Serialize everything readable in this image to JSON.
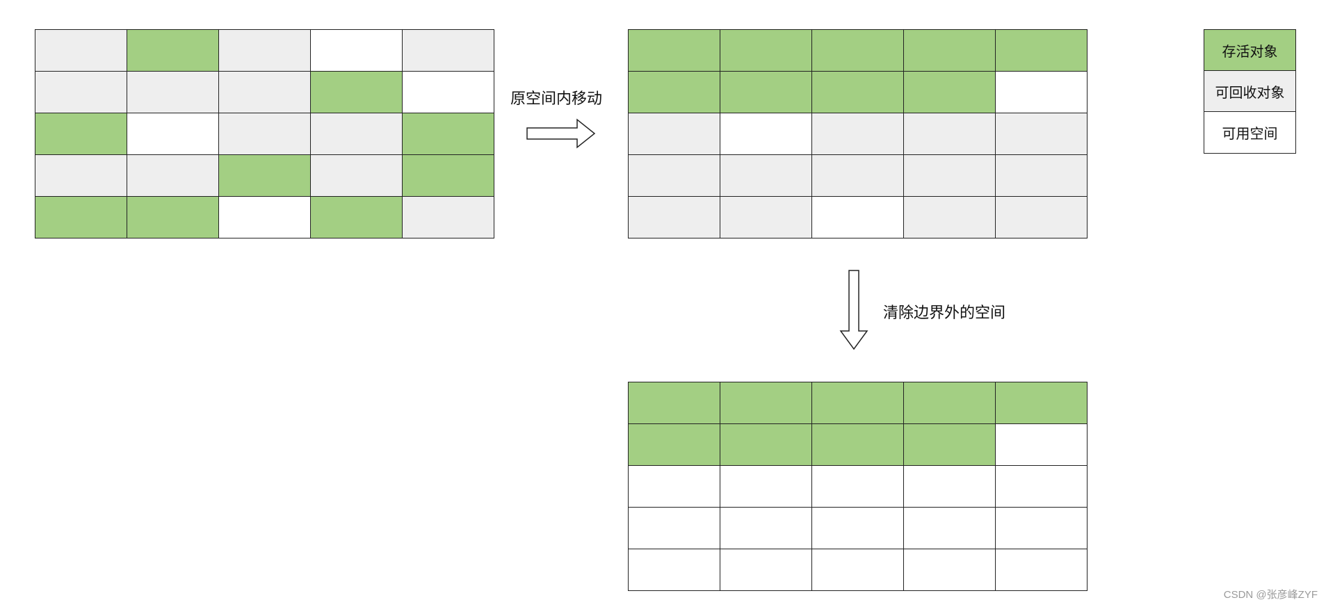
{
  "colors": {
    "live": "#a3cf83",
    "recyclable": "#eeeeee",
    "free": "#ffffff",
    "border": "#222222"
  },
  "grids": {
    "before": [
      [
        "recyclable",
        "live",
        "recyclable",
        "free",
        "recyclable"
      ],
      [
        "recyclable",
        "recyclable",
        "recyclable",
        "live",
        "free"
      ],
      [
        "live",
        "free",
        "recyclable",
        "recyclable",
        "live"
      ],
      [
        "recyclable",
        "recyclable",
        "live",
        "recyclable",
        "live"
      ],
      [
        "live",
        "live",
        "free",
        "live",
        "recyclable"
      ]
    ],
    "compacted": [
      [
        "live",
        "live",
        "live",
        "live",
        "live"
      ],
      [
        "live",
        "live",
        "live",
        "live",
        "free"
      ],
      [
        "recyclable",
        "free",
        "recyclable",
        "recyclable",
        "recyclable"
      ],
      [
        "recyclable",
        "recyclable",
        "recyclable",
        "recyclable",
        "recyclable"
      ],
      [
        "recyclable",
        "recyclable",
        "free",
        "recyclable",
        "recyclable"
      ]
    ],
    "cleared": [
      [
        "live",
        "live",
        "live",
        "live",
        "live"
      ],
      [
        "live",
        "live",
        "live",
        "live",
        "free"
      ],
      [
        "free",
        "free",
        "free",
        "free",
        "free"
      ],
      [
        "free",
        "free",
        "free",
        "free",
        "free"
      ],
      [
        "free",
        "free",
        "free",
        "free",
        "free"
      ]
    ]
  },
  "steps": {
    "move_in_place": "原空间内移动",
    "clear_outside_boundary": "清除边界外的空间"
  },
  "legend": {
    "live": "存活对象",
    "recyclable": "可回收对象",
    "free": "可用空间"
  },
  "credit": "CSDN @张彦峰ZYF"
}
